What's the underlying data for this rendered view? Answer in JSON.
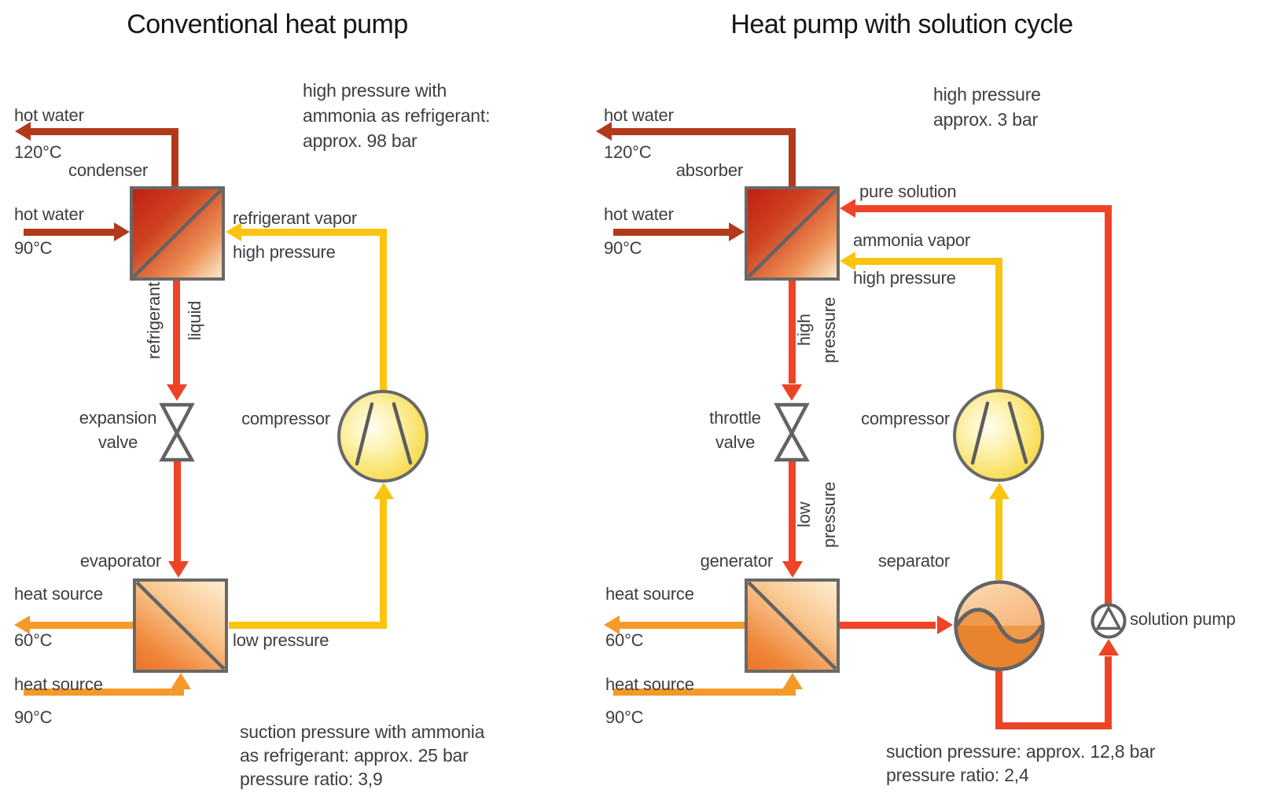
{
  "colors": {
    "hot_water_red": "#b23a1c",
    "refrigerant_red": "#ee4425",
    "heat_source_orange": "#f49a28",
    "vapor_yellow": "#fcc30f",
    "outline_gray": "#686868",
    "text_dark": "#3f3e3e"
  },
  "left": {
    "title": "Conventional heat pump",
    "top_note_1": "high pressure with",
    "top_note_2": "ammonia as refrigerant:",
    "top_note_3": "approx. 98 bar",
    "hot_water_out_label": "hot water",
    "hot_water_out_temp": "120°C",
    "condenser_label": "condenser",
    "hot_water_in_label": "hot water",
    "hot_water_in_temp": "90°C",
    "refrigerant_vapor_label": "refrigerant vapor",
    "high_pressure_label": "high pressure",
    "refrigerant_rot": "refrigerant",
    "liquid_rot": "liquid",
    "valve_label_1": "expansion",
    "valve_label_2": "valve",
    "compressor_label": "compressor",
    "evaporator_label": "evaporator",
    "heat_source_out_label": "heat source",
    "heat_source_out_temp": "60°C",
    "low_pressure_label": "low pressure",
    "heat_source_in_label": "heat source",
    "heat_source_in_temp": "90°C",
    "bottom_note_1": "suction pressure with ammonia",
    "bottom_note_2": "as refrigerant: approx. 25 bar",
    "bottom_note_3": "pressure ratio: 3,9"
  },
  "right": {
    "title": "Heat pump with solution cycle",
    "top_note_1": "high pressure",
    "top_note_2": "approx. 3 bar",
    "hot_water_out_label": "hot water",
    "hot_water_out_temp": "120°C",
    "absorber_label": "absorber",
    "hot_water_in_label": "hot water",
    "hot_water_in_temp": "90°C",
    "pure_solution_label": "pure solution",
    "ammonia_vapor_label": "ammonia vapor",
    "high_pressure_label": "high pressure",
    "high_rot": "high",
    "pressure_rot_1": "pressure",
    "valve_label_1": "throttle",
    "valve_label_2": "valve",
    "low_rot": "low",
    "pressure_rot_2": "pressure",
    "compressor_label": "compressor",
    "generator_label": "generator",
    "separator_label": "separator",
    "solution_pump_label": "solution pump",
    "heat_source_out_label": "heat source",
    "heat_source_out_temp": "60°C",
    "heat_source_in_label": "heat source",
    "heat_source_in_temp": "90°C",
    "bottom_note_1": "suction pressure: approx. 12,8 bar",
    "bottom_note_2": "pressure ratio: 2,4"
  }
}
